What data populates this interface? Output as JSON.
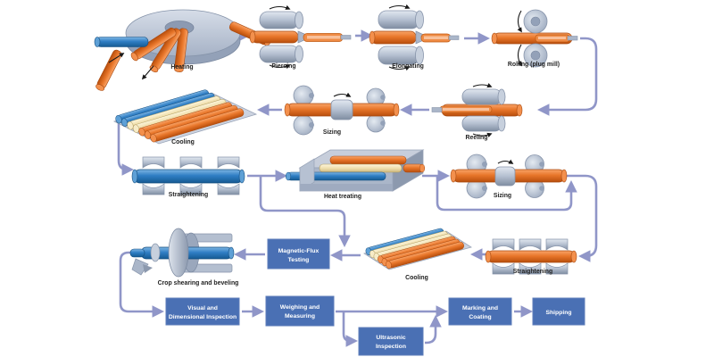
{
  "diagram": {
    "subject": "Seamless pipe manufacturing process flow",
    "labels": {
      "heating": "Heating",
      "piercing": "Piercing",
      "elongating": "Elongating",
      "rolling": "Rolling (plug mill)",
      "reeling": "Reeling",
      "sizing_1": "Sizing",
      "cooling_1": "Cooling",
      "straightening_1": "Straightening",
      "heat_treating": "Heat treating",
      "sizing_2": "Sizing",
      "straightening_2": "Straightening",
      "cooling_2": "Cooling",
      "crop_shearing": "Crop shearing and beveling"
    },
    "boxes": {
      "magnetic_flux": {
        "line1": "Magnetic-Flux",
        "line2": "Testing"
      },
      "visual": {
        "line1": "Visual and",
        "line2": "Dimensional Inspection"
      },
      "weighing": {
        "line1": "Weighing and",
        "line2": "Measuring"
      },
      "ultrasonic": {
        "line1": "Ultrasonic",
        "line2": "Inspection"
      },
      "marking": {
        "line1": "Marking and",
        "line2": "Coating"
      },
      "shipping": {
        "label": "Shipping"
      }
    },
    "flow_sequence": [
      "Heating",
      "Piercing",
      "Elongating",
      "Rolling (plug mill)",
      "Reeling",
      "Sizing",
      "Cooling",
      "Straightening",
      "Heat treating",
      "Sizing",
      "Straightening",
      "Cooling",
      "Magnetic-Flux Testing",
      "Crop shearing and beveling",
      "Visual and Dimensional Inspection",
      "Weighing and Measuring",
      "Ultrasonic Inspection",
      "Marking and Coating",
      "Shipping"
    ],
    "bypasses": [
      "Straightening output can bypass heat treating / sizing loop directly to Magnetic-Flux Testing",
      "Heat treating output can bypass second Sizing",
      "Weighing and Measuring can route through Ultrasonic Inspection before Marking and Coating"
    ],
    "colors": {
      "box_blue": "#4a70b4",
      "arrow_lavender": "#9096c8",
      "pipe_orange": "#e8762a",
      "pipe_blue": "#2f7ec4",
      "pipe_cream": "#f0dfae",
      "machine_gray": "#b4bfd0",
      "background": "#ffffff"
    }
  }
}
